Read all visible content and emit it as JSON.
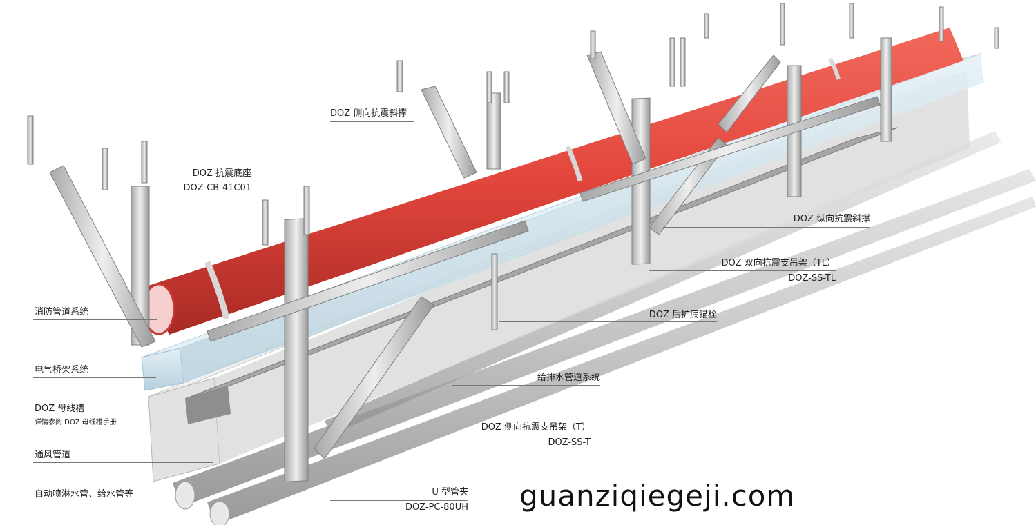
{
  "labels": {
    "lateral_brace": "DOZ 侧向抗震斜撑",
    "base_title": "DOZ 抗震底座",
    "base_code": "DOZ-CB-41C01",
    "fire": "消防管道系统",
    "cable_tray": "电气桥架系统",
    "busway_title": "DOZ 母线槽",
    "busway_note": "详情参阅 DOZ 母线槽手册",
    "duct": "通风管道",
    "sprinkler": "自动喷淋水管、给水管等",
    "longitudinal_brace": "DOZ 纵向抗震斜撑",
    "bidir_title": "DOZ 双向抗震支吊架（TL）",
    "bidir_code": "DOZ-SS-TL",
    "anchor": "DOZ 后扩底锚栓",
    "water": "给排水管道系统",
    "lateral_hanger_title": "DOZ 侧向抗震支吊架（T）",
    "lateral_hanger_code": "DOZ-SS-T",
    "uclamp_title": "U 型管夹",
    "uclamp_code": "DOZ-PC-80UH"
  },
  "watermark": "guanziqiegeji.com",
  "colors": {
    "fire_pipe": "#e2463c",
    "steel": "#c9c9c9",
    "tray": "#cfe3ee",
    "duct": "#e9e9e9",
    "water_pipe": "#b9b9b9"
  }
}
